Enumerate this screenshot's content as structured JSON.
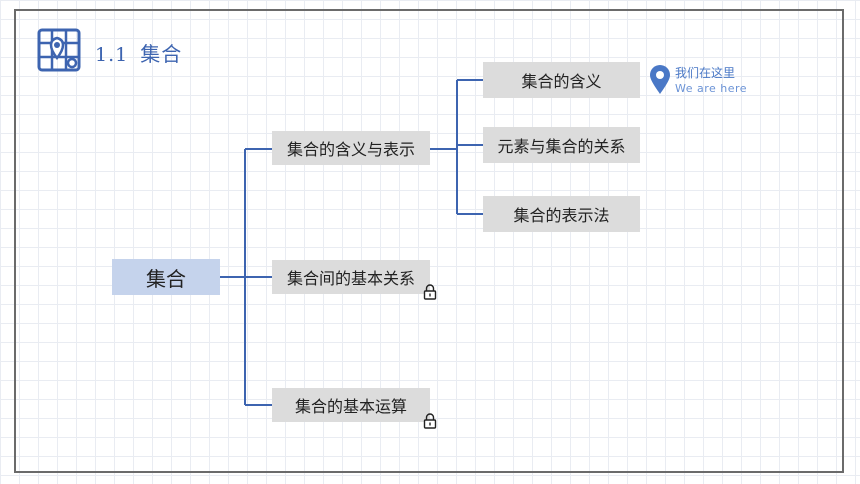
{
  "header": {
    "section_number": "1.1",
    "section_title": "集合",
    "logo_icon": "map-icon"
  },
  "colors": {
    "accent": "#3d64b0",
    "root_fill": "#c5d3ec",
    "node_fill": "#dcdcdc",
    "connector": "#3d64b0"
  },
  "mindmap": {
    "root": "集合",
    "branches": [
      {
        "label": "集合的含义与表示",
        "locked": false,
        "children": [
          "集合的含义",
          "元素与集合的关系",
          "集合的表示法"
        ]
      },
      {
        "label": "集合间的基本关系",
        "locked": true,
        "lock_icon": "lock-icon"
      },
      {
        "label": "集合的基本运算",
        "locked": true,
        "lock_icon": "lock-icon"
      }
    ]
  },
  "marker": {
    "icon": "location-pin-icon",
    "label_cn": "我们在这里",
    "label_en": "We are here"
  }
}
